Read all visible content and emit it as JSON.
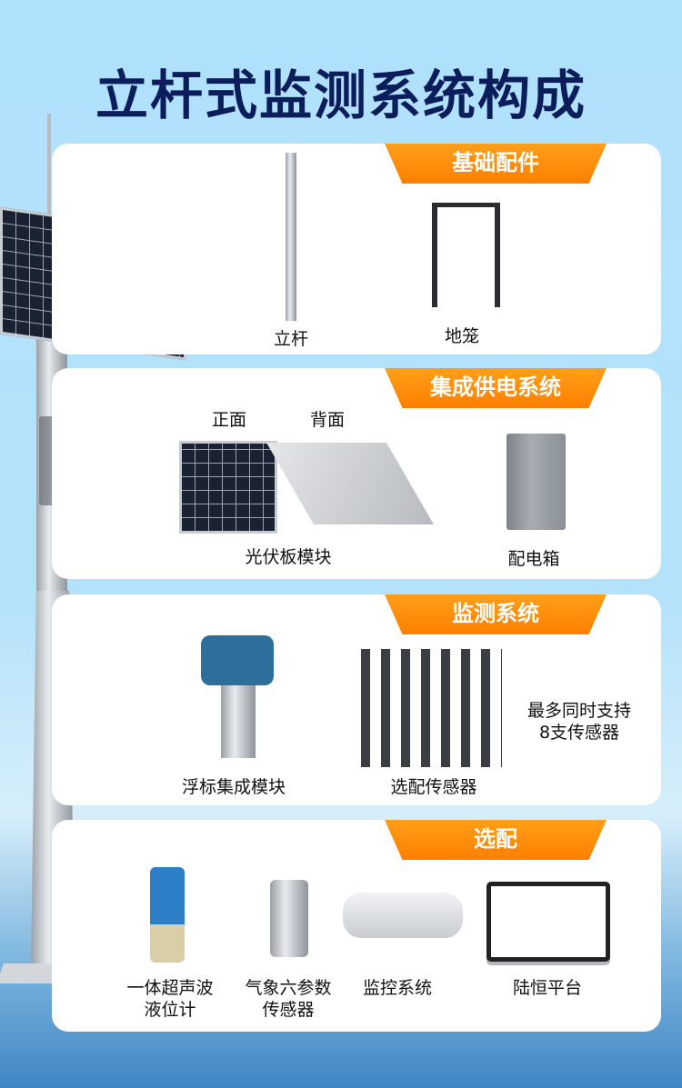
{
  "title": "立杆式监测系统构成",
  "sections": [
    {
      "tab": "基础配件",
      "items": [
        "立杆",
        "地笼"
      ]
    },
    {
      "tab": "集成供电系统",
      "items": [
        "正面",
        "背面",
        "光伏板模块",
        "配电箱"
      ]
    },
    {
      "tab": "监测系统",
      "items": [
        "浮标集成模块",
        "选配传感器"
      ],
      "note_line1": "最多同时支持",
      "note_line2": "8支传感器"
    },
    {
      "tab": "选配",
      "items": [
        [
          "一体超声波",
          "液位计"
        ],
        [
          "气象六参数",
          "传感器"
        ],
        "监控系统",
        "陆恒平台"
      ]
    }
  ],
  "colors": {
    "title": "#0c1d5c",
    "tab": "#ff8a00",
    "background": "#b0e1fc"
  }
}
